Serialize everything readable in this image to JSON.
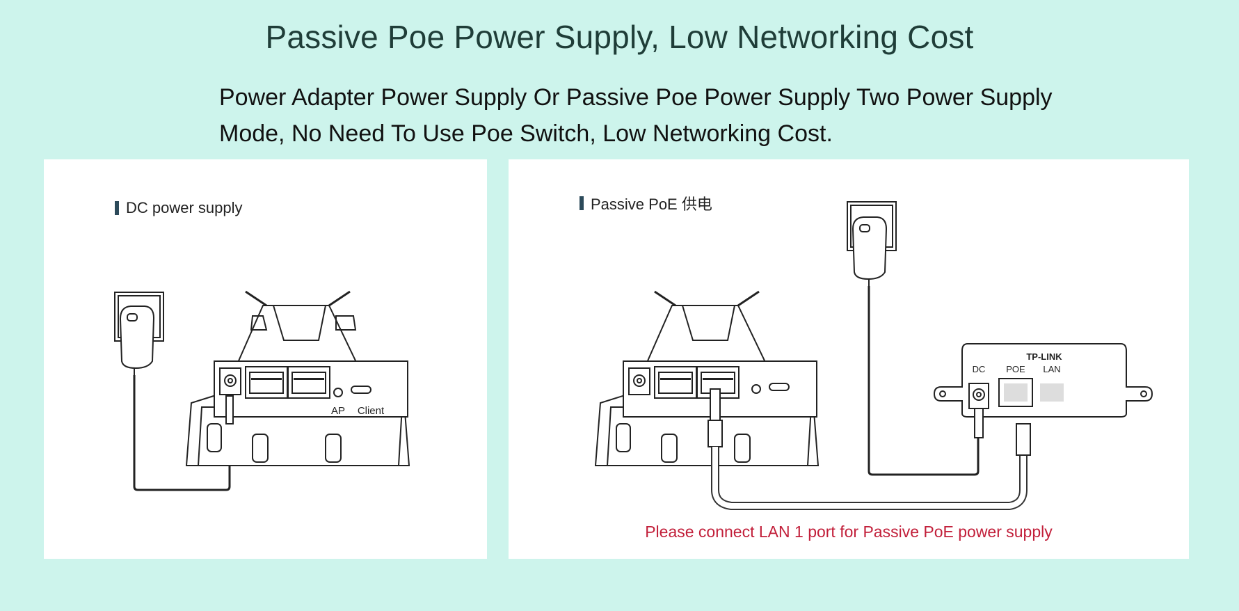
{
  "title": "Passive Poe Power Supply, Low Networking Cost",
  "subtitle": "Power Adapter Power Supply Or Passive Poe Power Supply Two Power Supply Mode, No Need To Use Poe Switch, Low Networking Cost.",
  "panels": {
    "left": {
      "label": "DC power supply",
      "switch_ap": "AP",
      "switch_client": "Client"
    },
    "right": {
      "label": "Passive PoE 供电",
      "injector_brand": "TP-LINK",
      "injector_dc": "DC",
      "injector_poe": "POE",
      "injector_lan": "LAN",
      "note": "Please connect LAN 1 port for Passive PoE power supply"
    }
  },
  "colors": {
    "background": "#cdf4ec",
    "note": "#c21f3a",
    "title": "#1f3d38"
  }
}
